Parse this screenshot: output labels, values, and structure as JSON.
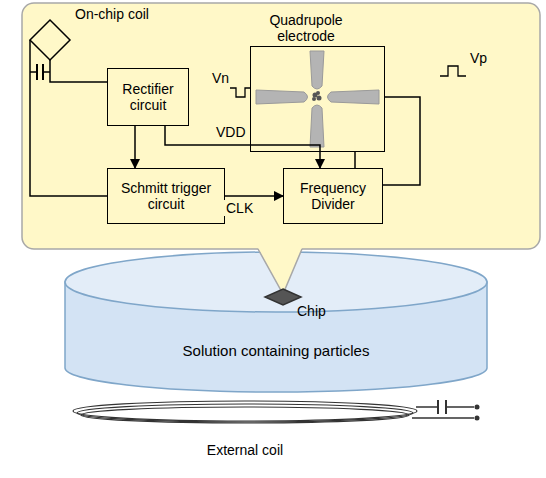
{
  "diagram": {
    "nodes": [
      {
        "text": [
          "On-chip coil"
        ]
      },
      {
        "text": [
          "Rectifier circuit"
        ]
      },
      {
        "text": [
          "Schmitt trigger circuit"
        ]
      },
      {
        "text": [
          "Frequency Divider"
        ]
      },
      {
        "text": [
          "Quadrupole electrode"
        ]
      },
      {
        "text": [
          "Solution containing particles"
        ]
      },
      {
        "text": [
          "Chip"
        ],
        "in": 5
      },
      {
        "text": [
          "External coil"
        ]
      }
    ],
    "edges": [
      {
        "from": 0,
        "to": 1,
        "arrow": "none"
      },
      {
        "from": 0,
        "to": 2,
        "arrow": "none"
      },
      {
        "from": 1,
        "to": 2,
        "arrow": "to"
      },
      {
        "from": 1,
        "to": 3,
        "label": "VDD",
        "arrow": "to"
      },
      {
        "from": 2,
        "to": 3,
        "label": "CLK",
        "arrow": "to"
      },
      {
        "from": 3,
        "to": 4,
        "arrow": "none"
      },
      {
        "from": 3,
        "to": 4,
        "arrow": "none"
      }
    ],
    "labels": [
      "Vn",
      "Vp"
    ]
  }
}
